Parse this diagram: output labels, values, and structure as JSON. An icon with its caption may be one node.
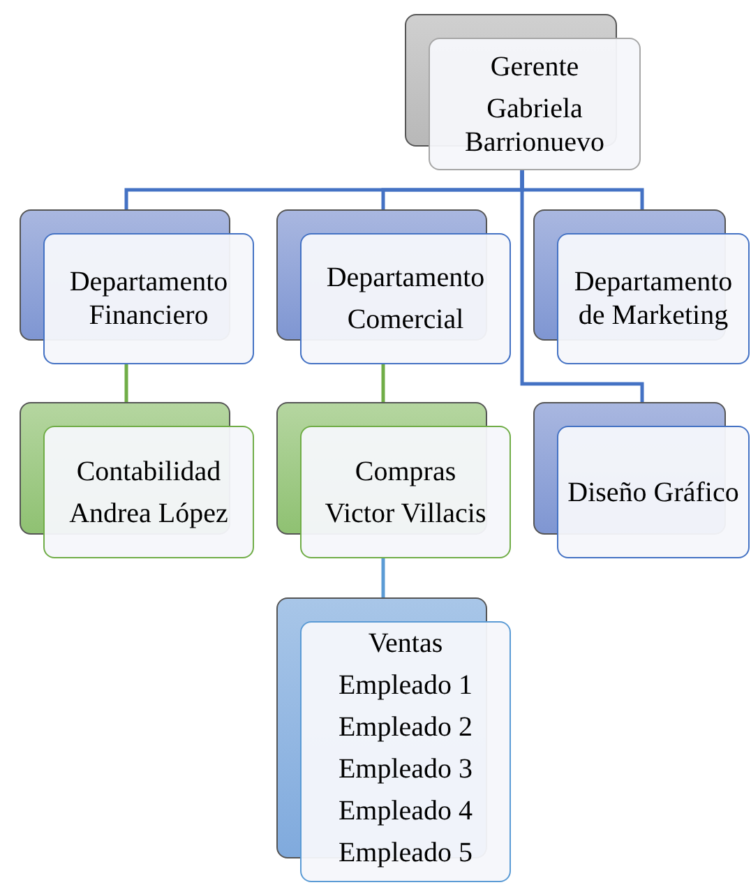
{
  "diagram": {
    "nodes": [
      {
        "text": [
          "Gerente",
          "Gabriela Barrionuevo"
        ]
      },
      {
        "text": [
          "Departamento Financiero"
        ]
      },
      {
        "text": [
          "Departamento",
          "Comercial"
        ]
      },
      {
        "text": [
          "Departamento de Marketing"
        ]
      },
      {
        "text": [
          "Contabilidad",
          "Andrea López"
        ]
      },
      {
        "text": [
          "Compras",
          "Victor Villacis"
        ]
      },
      {
        "text": [
          "Diseño Gráfico"
        ]
      },
      {
        "text": [
          "Ventas",
          "Empleado 1",
          "Empleado 2",
          "Empleado 3",
          "Empleado 4",
          "Empleado 5"
        ]
      }
    ],
    "edges": [
      {
        "from": 0,
        "to": 1,
        "arrow": "none"
      },
      {
        "from": 0,
        "to": 2,
        "arrow": "none"
      },
      {
        "from": 0,
        "to": 3,
        "arrow": "none"
      },
      {
        "from": 0,
        "to": 6,
        "arrow": "none"
      },
      {
        "from": 1,
        "to": 4,
        "arrow": "none",
        "color": "#70ad47"
      },
      {
        "from": 2,
        "to": 5,
        "arrow": "none",
        "color": "#70ad47"
      },
      {
        "from": 5,
        "to": 7,
        "arrow": "none",
        "color": "#5b9bd5"
      }
    ]
  }
}
